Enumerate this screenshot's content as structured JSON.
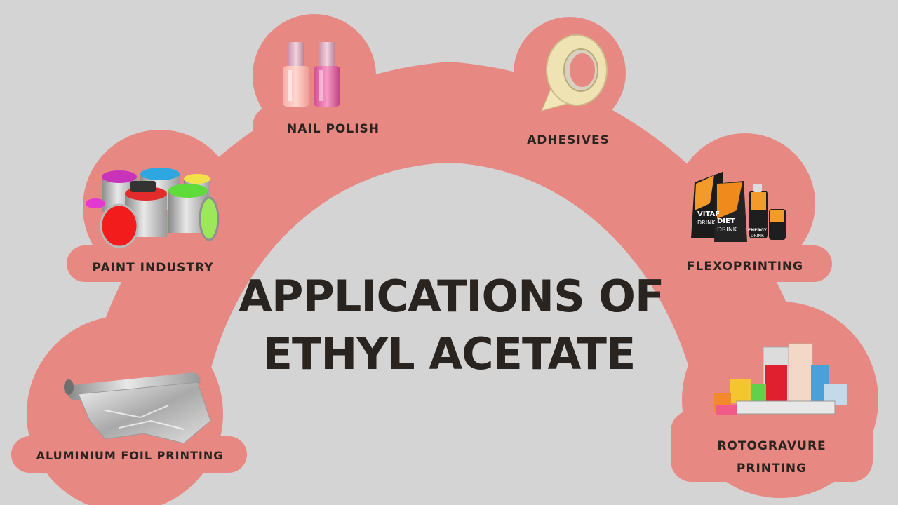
{
  "title": {
    "line1": "APPLICATIONS OF",
    "line2": "ETHYL ACETATE"
  },
  "applications": {
    "nail_polish": "NAIL POLISH",
    "adhesives": "ADHESIVES",
    "paint_industry": "PAINT INDUSTRY",
    "flexoprinting": "FLEXOPRINTING",
    "aluminium_foil": "ALUMINIUM FOIL PRINTING",
    "rotogravure_line1": "ROTOGRAVURE",
    "rotogravure_line2": "PRINTING"
  },
  "product_text": {
    "pouch_a": "VITAF",
    "pouch_a2": "DRINK",
    "pouch_b": "DIET",
    "pouch_b2": "DRINK",
    "pouch_c": "ENERGY",
    "pouch_c2": "DRINK"
  },
  "colors": {
    "background": "#d4d4d4",
    "arch": "#e88882",
    "text": "#2a2420"
  }
}
